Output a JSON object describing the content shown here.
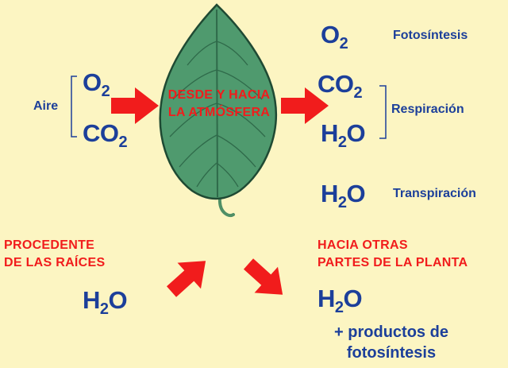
{
  "colors": {
    "background": "#fcf5c2",
    "text_blue": "#1c3f9a",
    "arrow_red": "#f11c1c",
    "leaf_green": "#4f9a6e"
  },
  "left": {
    "aire_label": "Aire",
    "o2": {
      "base": "O",
      "sub": "2"
    },
    "co2": {
      "base": "CO",
      "sub": "2"
    }
  },
  "leaf": {
    "line1": "DESDE Y HACIA",
    "line2": "LA ATMÓSFERA"
  },
  "right": {
    "o2": {
      "base": "O",
      "sub": "2"
    },
    "fotosintesis_label": "Fotosíntesis",
    "co2": {
      "base": "CO",
      "sub": "2"
    },
    "h2o": {
      "base": "H",
      "sub": "2",
      "tail": "O"
    },
    "respiracion_label": "Respiración",
    "h2o_transp": {
      "base": "H",
      "sub": "2",
      "tail": "O"
    },
    "transpiracion_label": "Transpiración"
  },
  "bottom_left": {
    "line1": "PROCEDENTE",
    "line2": "DE LAS RAÍCES",
    "h2o": {
      "base": "H",
      "sub": "2",
      "tail": "O"
    }
  },
  "bottom_right": {
    "line1": "HACIA OTRAS",
    "line2": "PARTES DE LA PLANTA",
    "h2o": {
      "base": "H",
      "sub": "2",
      "tail": "O"
    },
    "products_line1": "+ productos de",
    "products_line2": "fotosíntesis"
  }
}
